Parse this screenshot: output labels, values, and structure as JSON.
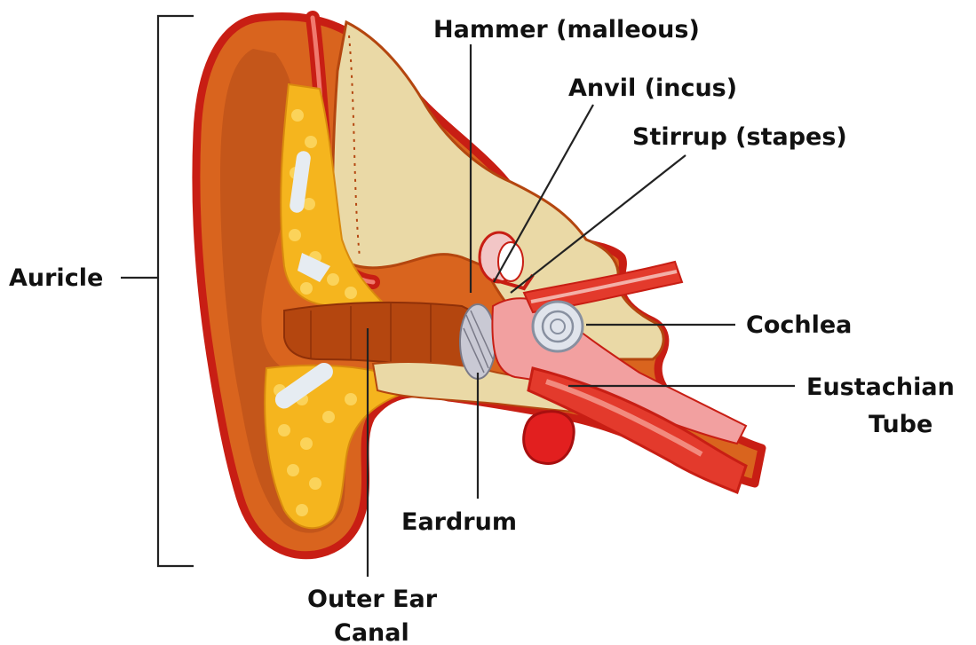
{
  "labels": {
    "hammer": "Hammer (malleous)",
    "anvil": "Anvil (incus)",
    "stirrup": "Stirrup (stapes)",
    "auricle": "Auricle",
    "cochlea": "Cochlea",
    "eustachian_line1": "Eustachian",
    "eustachian_line2": "Tube",
    "eardrum": "Eardrum",
    "outer_canal_line1": "Outer Ear",
    "outer_canal_line2": "Canal"
  },
  "colors": {
    "outline_red": "#c81e14",
    "skin_orange": "#d9641e",
    "skin_dark": "#b4460f",
    "fat_yellow": "#f5b51e",
    "bone_tan": "#ead9a6",
    "tissue_pink": "#f2a0a0",
    "tube_red": "#e33a2c",
    "cartilage_white": "#e6ecf2"
  },
  "icons": {
    "cochlea": "spiral-icon",
    "ossicles": "bone-chain-icon"
  }
}
